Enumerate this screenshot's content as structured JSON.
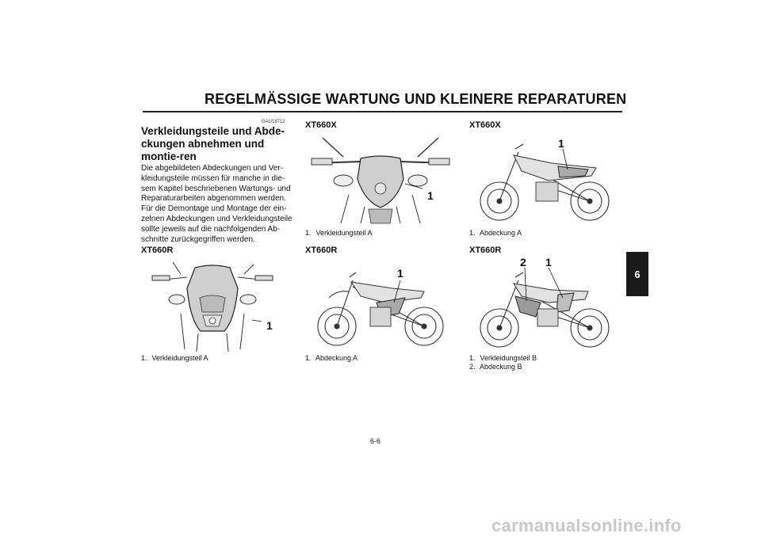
{
  "header": {
    "title": "REGELMÄSSIGE WARTUNG UND KLEINERE REPARATUREN"
  },
  "chapter_tab": "6",
  "section": {
    "code": "GAU18712",
    "heading": "Verkleidungsteile und Abde-ckungen abnehmen und montie-ren",
    "body": "Die abgebildeten Abdeckungen und Ver-kleidungsteile müssen für manche in die-sem Kapitel beschriebenen Wartungs- und Reparaturarbeiten abgenommen werden. Für die Demontage und Montage der ein-zelnen Abdeckungen und Verkleidungsteile sollte jeweils auf die nachfolgenden Ab-schnitte zurückgegriffen werden."
  },
  "figures": [
    {
      "model": "XT660R",
      "callouts": [
        "1"
      ],
      "captions": [
        {
          "num": "1.",
          "text": "Verkleidungsteil A"
        }
      ]
    },
    {
      "model": "XT660X",
      "callouts": [
        "1"
      ],
      "captions": [
        {
          "num": "1.",
          "text": "Verkleidungsteil A"
        }
      ]
    },
    {
      "model": "XT660R",
      "callouts": [
        "1"
      ],
      "captions": [
        {
          "num": "1.",
          "text": "Abdeckung A"
        }
      ]
    },
    {
      "model": "XT660X",
      "callouts": [
        "1"
      ],
      "captions": [
        {
          "num": "1.",
          "text": "Abdeckung A"
        }
      ]
    },
    {
      "model": "XT660R",
      "callouts": [
        "2",
        "1"
      ],
      "captions": [
        {
          "num": "1.",
          "text": "Verkleidungsteil B"
        },
        {
          "num": "2.",
          "text": "Abdeckung B"
        }
      ]
    }
  ],
  "footer": {
    "page_number": "6-6",
    "watermark": "carmanualsonline.info"
  }
}
